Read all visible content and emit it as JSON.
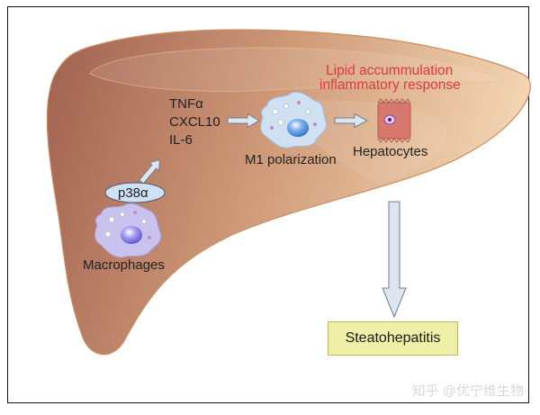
{
  "diagram": {
    "cytokines": [
      "TNFα",
      "CXCL10",
      "IL-6"
    ],
    "p38_label": "p38α",
    "macrophages_label": "Macrophages",
    "m1_label": "M1 polarization",
    "hepatocytes_label": "Hepatocytes",
    "effects": [
      "Lipid accummulation",
      "inflammatory response"
    ],
    "outcome_label": "Steatohepatitis",
    "watermark": "知乎 @优宁维生物"
  },
  "colors": {
    "liver_dark": "#a4675a",
    "liver_light": "#f1cfa8",
    "effect_text": "#e0393b",
    "outcome_box": "#eef0a6",
    "arrow_fill": "#dde5ee"
  }
}
